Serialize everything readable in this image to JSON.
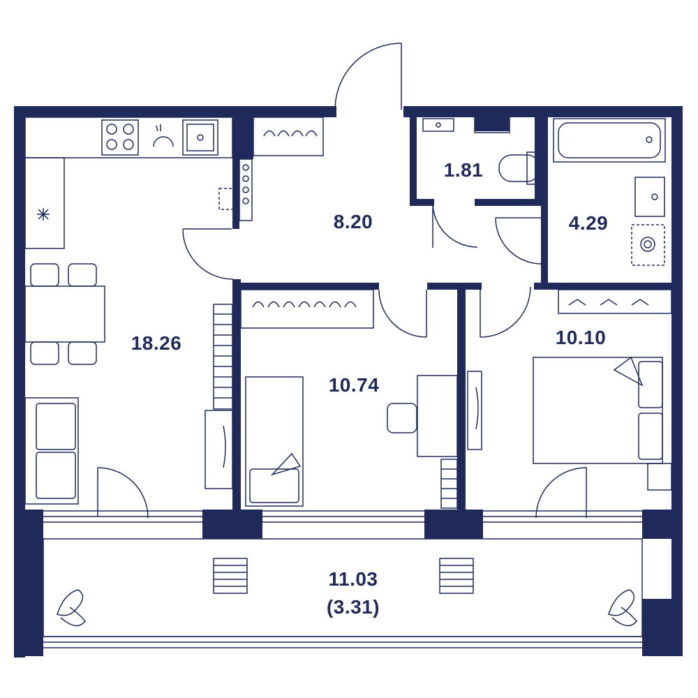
{
  "colors": {
    "wall": "#1f2a5a",
    "line": "#1f2a5a",
    "background": "#ffffff"
  },
  "rooms": {
    "living_kitchen": "18.26",
    "hall": "8.20",
    "wc": "1.81",
    "bathroom": "4.29",
    "bedroom_small": "10.74",
    "bedroom_main": "10.10",
    "balcony": "11.03",
    "balcony_reduced": "(3.31)"
  },
  "icons": [
    "stove-icon",
    "sink-icon",
    "toilet-icon",
    "bathtub-icon",
    "washer-icon",
    "bed-icon",
    "desk-chair-icon",
    "sofa-icon",
    "dining-table-icon",
    "hanger-icon",
    "deck-chair-icon",
    "plant-icon"
  ]
}
